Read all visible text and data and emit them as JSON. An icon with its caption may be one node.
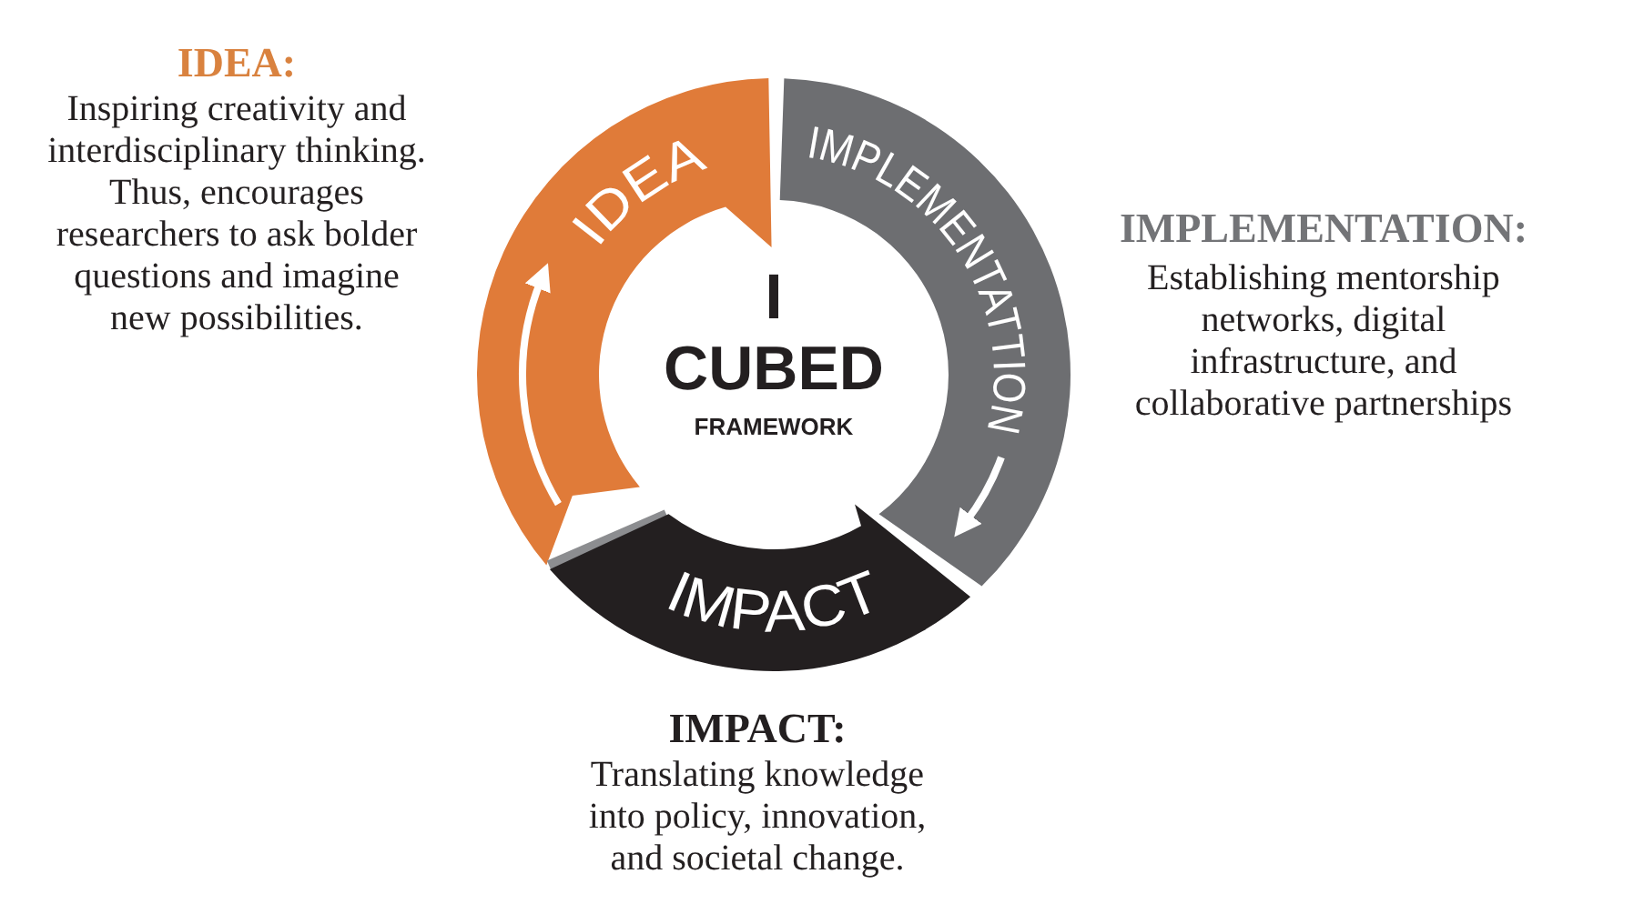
{
  "diagram": {
    "nodes": [
      {
        "text": [
          "IDEA"
        ],
        "beside": [
          "IDEA:",
          "Inspiring creativity and interdisciplinary thinking. Thus, encourages researchers to ask bolder questions and imagine new possibilities."
        ]
      },
      {
        "text": [
          "IMPLEMENTATTION"
        ],
        "beside": [
          "IMPLEMENTATION:",
          "Establishing mentorship networks, digital infrastructure, and collaborative partnerships"
        ]
      },
      {
        "text": [
          "IMPACT"
        ],
        "beside": [
          "IMPACT:",
          "Translating knowledge into policy, innovation, and societal change."
        ]
      }
    ],
    "labels": [
      "I",
      "CUBED",
      "FRAMEWORK"
    ]
  }
}
